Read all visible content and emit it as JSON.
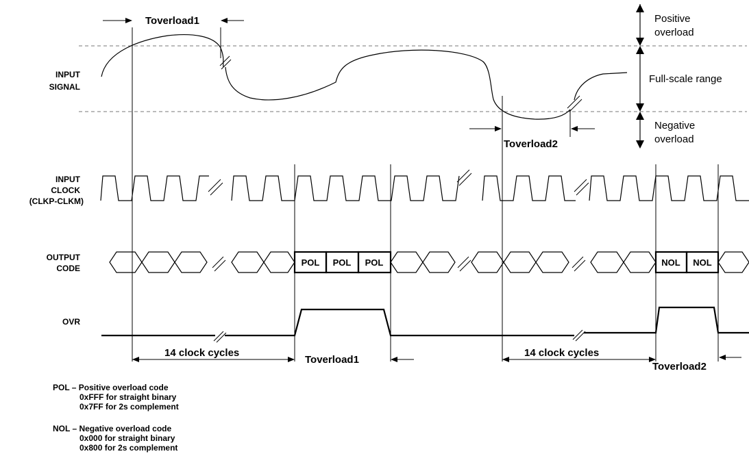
{
  "labels": {
    "input_signal": [
      "INPUT",
      "SIGNAL"
    ],
    "input_clock": [
      "INPUT",
      "CLOCK",
      "(CLKP-CLKM)"
    ],
    "output_code": [
      "OUTPUT",
      "CODE"
    ],
    "ovr": "OVR"
  },
  "timing": {
    "toverload1_top": "Toverload1",
    "toverload1_bottom": "Toverload1",
    "toverload2_top": "Toverload2",
    "toverload2_bottom": "Toverload2",
    "clock_cycles_1": "14 clock cycles",
    "clock_cycles_2": "14 clock cycles"
  },
  "ranges": {
    "positive": [
      "Positive",
      "overload"
    ],
    "full_scale": "Full-scale range",
    "negative": [
      "Negative",
      "overload"
    ]
  },
  "codes": {
    "pol": "POL",
    "nol": "NOL"
  },
  "legend": {
    "pol_title": "POL – Positive overload code",
    "pol_line1": "0xFFF for straight binary",
    "pol_line2": "0x7FF for 2s complement",
    "nol_title": "NOL – Negative overload code",
    "nol_line1": "0x000 for straight binary",
    "nol_line2": "0x800 for 2s complement"
  }
}
